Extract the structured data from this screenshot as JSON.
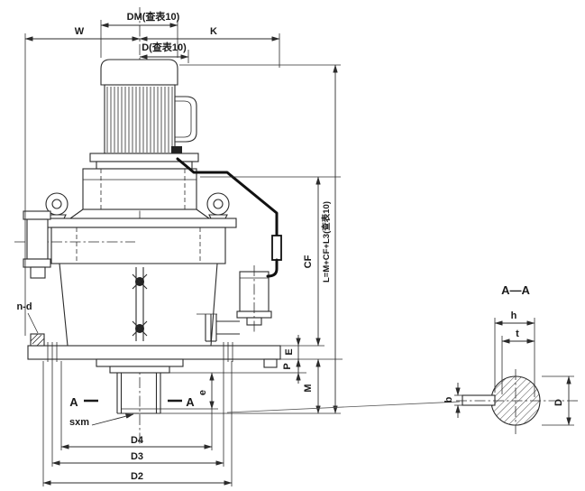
{
  "view_main": {
    "dm": "DM(查表10)",
    "d": "D(查表10)",
    "w": "W",
    "k": "K",
    "cf": "CF",
    "l": "L=M+CF+L3(查表10)",
    "e_flange": "E",
    "p": "P",
    "m": "M",
    "n_d": "n-d",
    "sxm": "sxm",
    "shaft_e": "e",
    "a_left": "A",
    "a_right": "A",
    "d4": "D4",
    "d3": "D3",
    "d2": "D2"
  },
  "view_section": {
    "title": "A—A",
    "h": "h",
    "t": "t",
    "b": "b",
    "d": "D"
  },
  "colors": {
    "line": "#2b2b2b",
    "background": "#ffffff",
    "cable": "#111111"
  }
}
